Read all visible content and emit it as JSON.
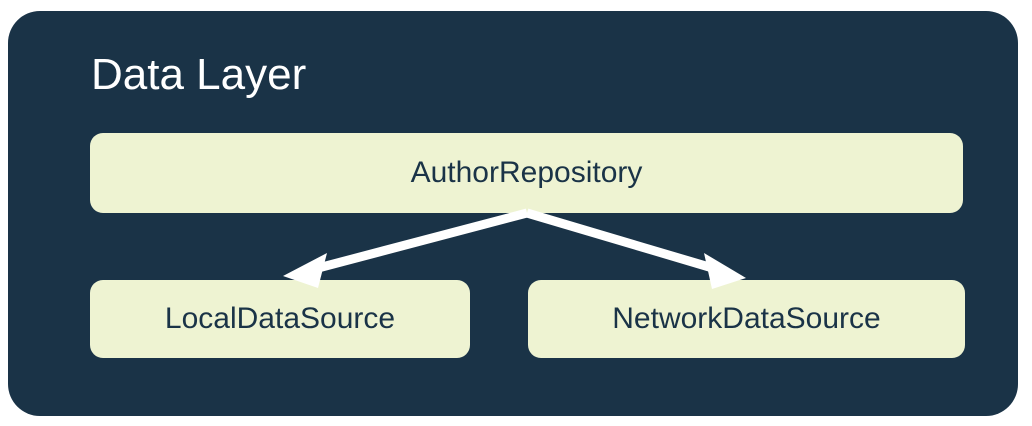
{
  "diagram": {
    "type": "architecture-layer-diagram",
    "title": "Data Layer",
    "background_color": "#FFFFFF",
    "container_color": "#1A3347",
    "node_fill_color": "#EEF3D2",
    "node_text_color": "#1A3347",
    "title_text_color": "#FFFFFF",
    "arrow_color": "#FFFFFF",
    "nodes": [
      {
        "id": "author-repository",
        "label": "AuthorRepository",
        "role": "repository",
        "row": 1
      },
      {
        "id": "local-data-source",
        "label": "LocalDataSource",
        "role": "data-source",
        "row": 2
      },
      {
        "id": "network-data-source",
        "label": "NetworkDataSource",
        "role": "data-source",
        "row": 2
      }
    ],
    "edges": [
      {
        "id": "edge-repo-to-local",
        "from": "author-repository",
        "to": "local-data-source",
        "style": "solid-arrow",
        "direction": "down-left"
      },
      {
        "id": "edge-repo-to-network",
        "from": "author-repository",
        "to": "network-data-source",
        "style": "solid-arrow",
        "direction": "down-right"
      }
    ]
  }
}
